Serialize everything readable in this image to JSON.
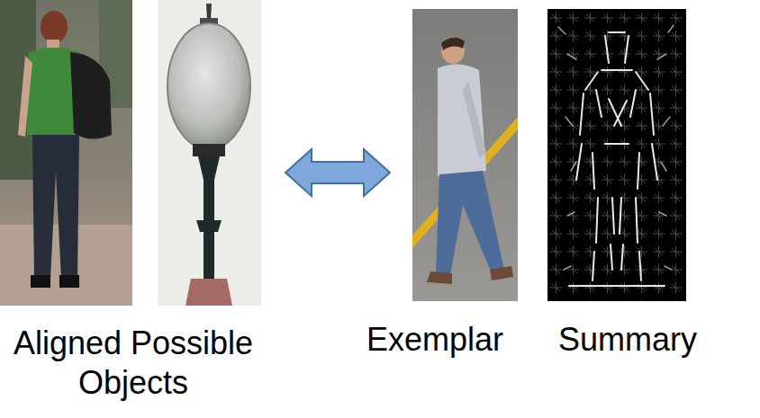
{
  "diagram": {
    "labels": [
      "Aligned Possible Objects",
      "Exemplar",
      "Summary"
    ]
  }
}
